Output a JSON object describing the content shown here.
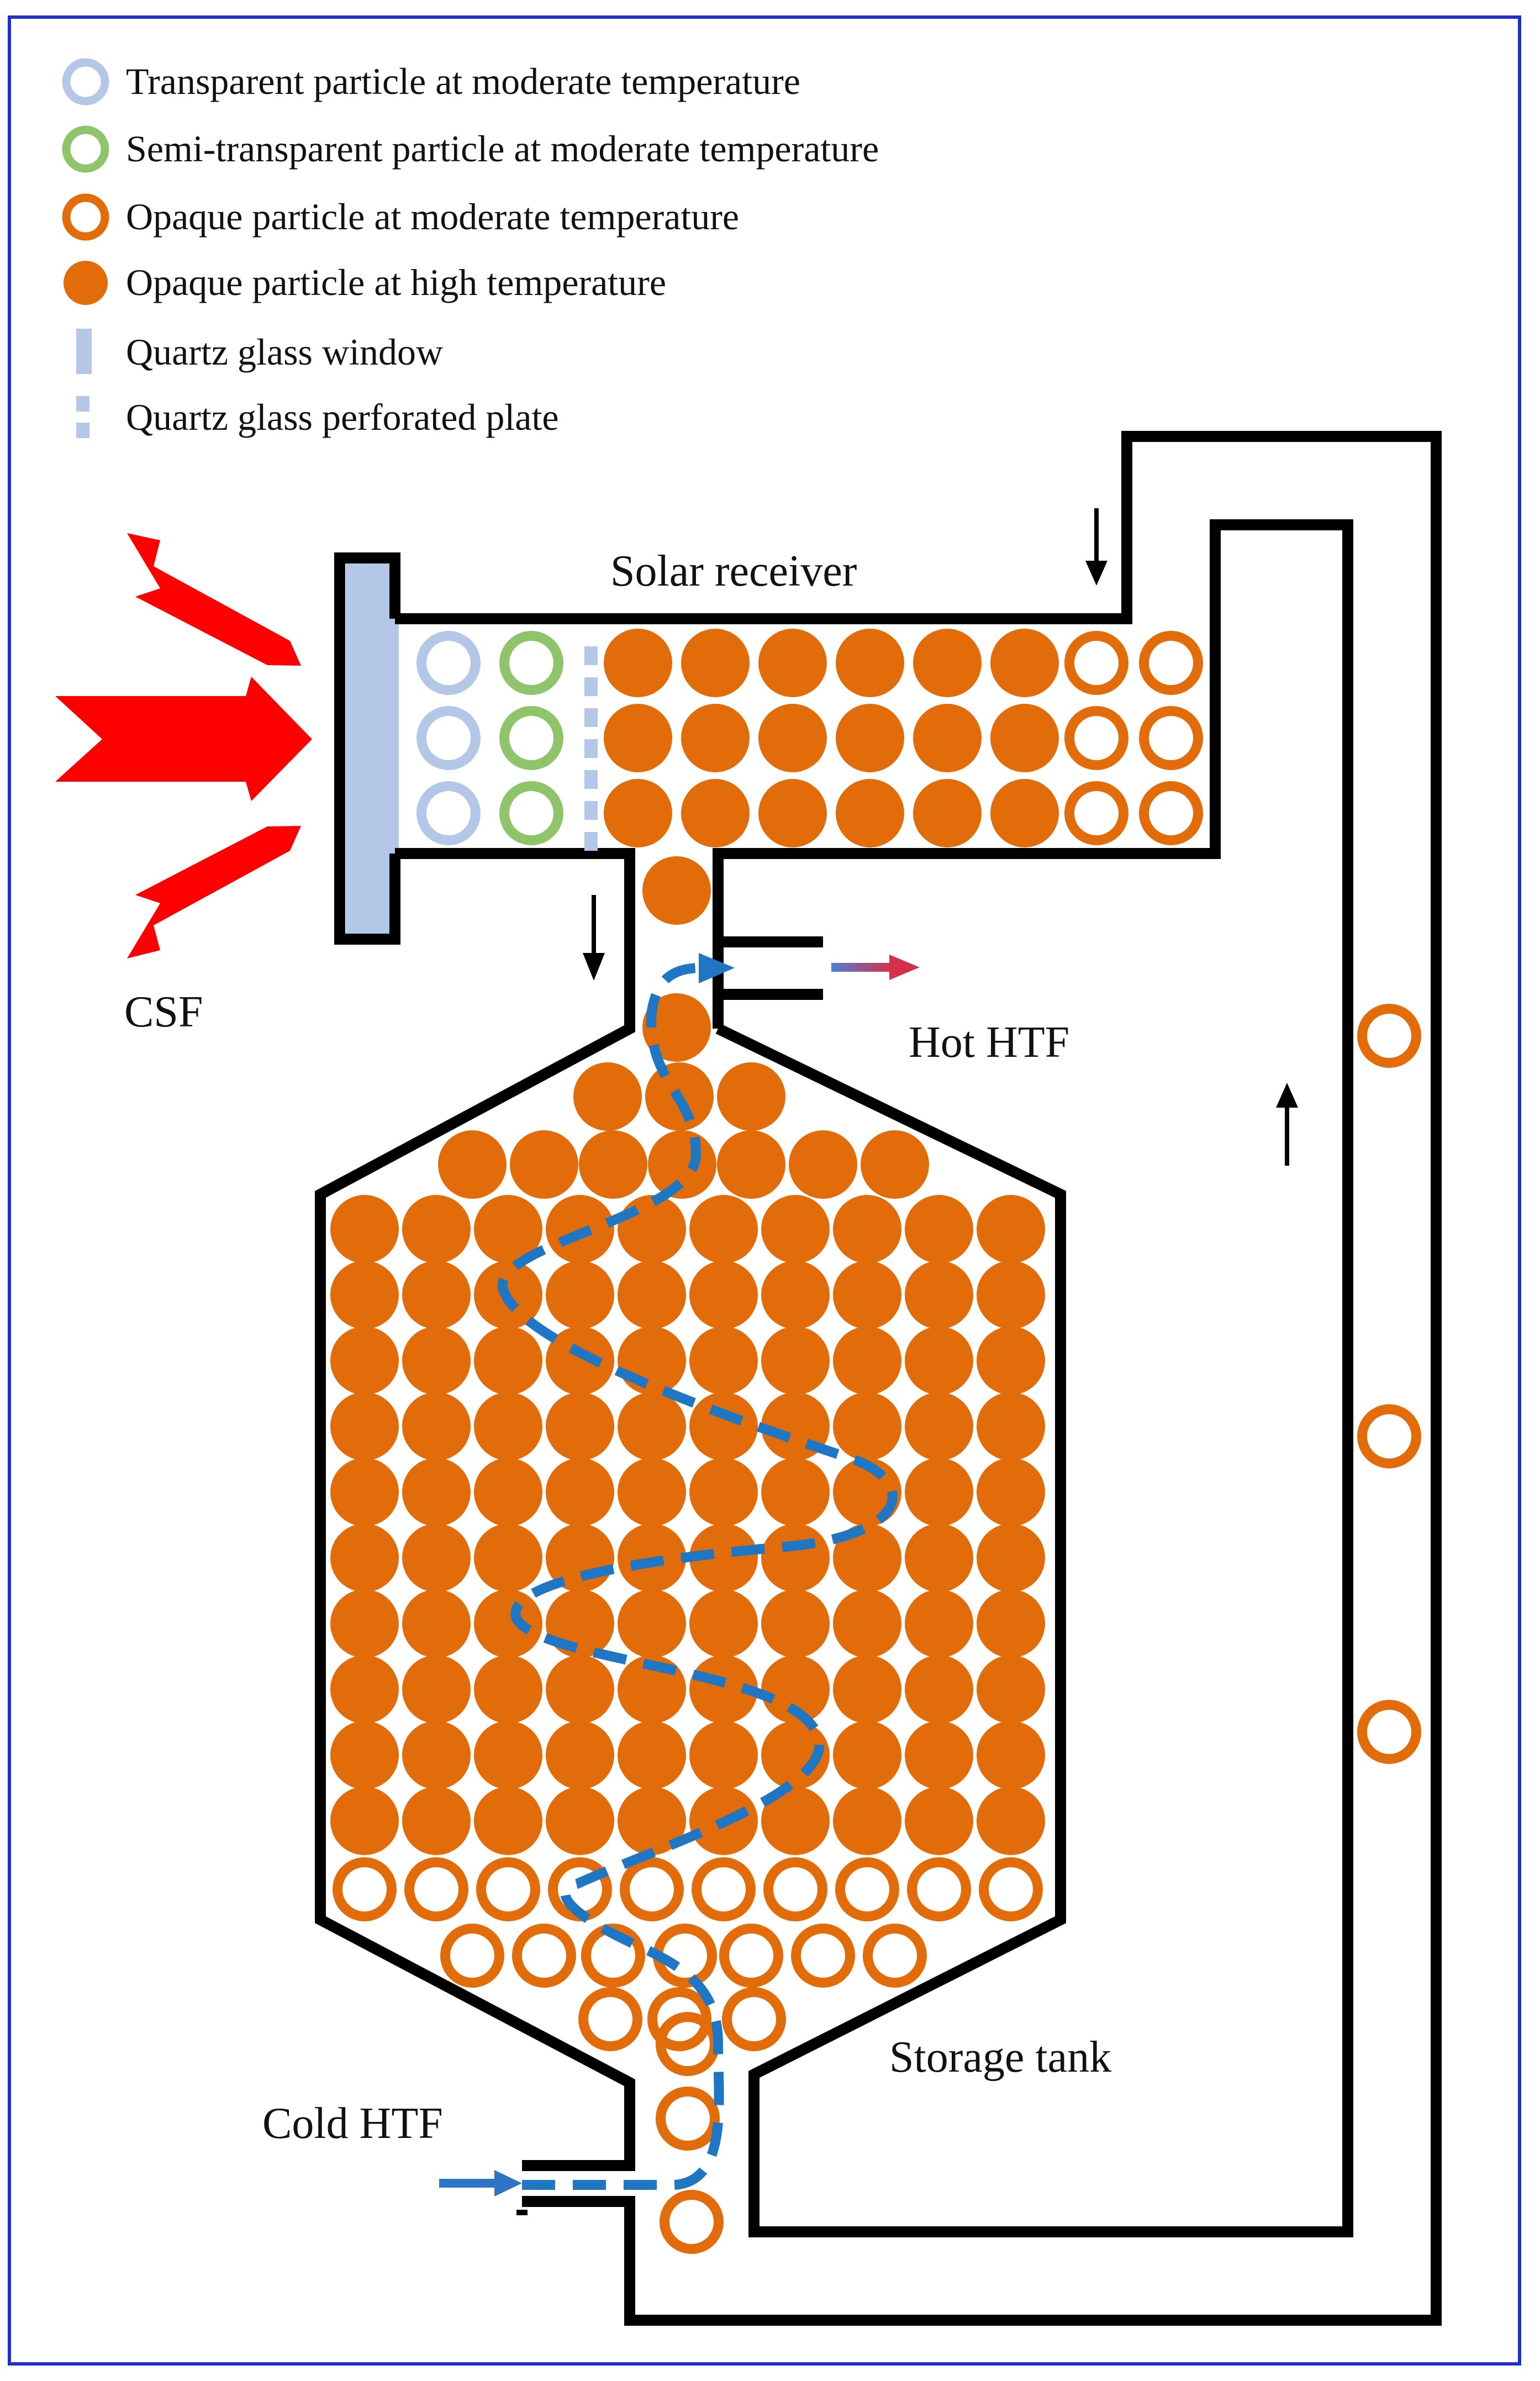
{
  "legend": {
    "items": [
      {
        "text": "Transparent particle at moderate temperature",
        "symbol": "transparent-particle-icon"
      },
      {
        "text": "Semi-transparent particle at moderate temperature",
        "symbol": "semi-transparent-particle-icon"
      },
      {
        "text": "Opaque particle at moderate temperature",
        "symbol": "opaque-moderate-particle-icon"
      },
      {
        "text": "Opaque particle at high temperature",
        "symbol": "opaque-high-particle-icon"
      },
      {
        "text": "Quartz glass window",
        "symbol": "quartz-window-icon"
      },
      {
        "text": "Quartz glass perforated plate",
        "symbol": "perforated-plate-icon"
      }
    ]
  },
  "labels": {
    "solar_receiver": "Solar receiver",
    "csf": "CSF",
    "hot_htf": "Hot HTF",
    "cold_htf": "Cold HTF",
    "storage_tank": "Storage tank"
  },
  "colors": {
    "frame": "#1f2fc8",
    "wall": "#000000",
    "transparent": "#b4c7e7",
    "semi_transparent": "#8fc46a",
    "opaque": "#e26b0a",
    "quartz": "#b4c7e7",
    "htf_path": "#1f77c4",
    "csf_arrows": "#ff0000"
  }
}
